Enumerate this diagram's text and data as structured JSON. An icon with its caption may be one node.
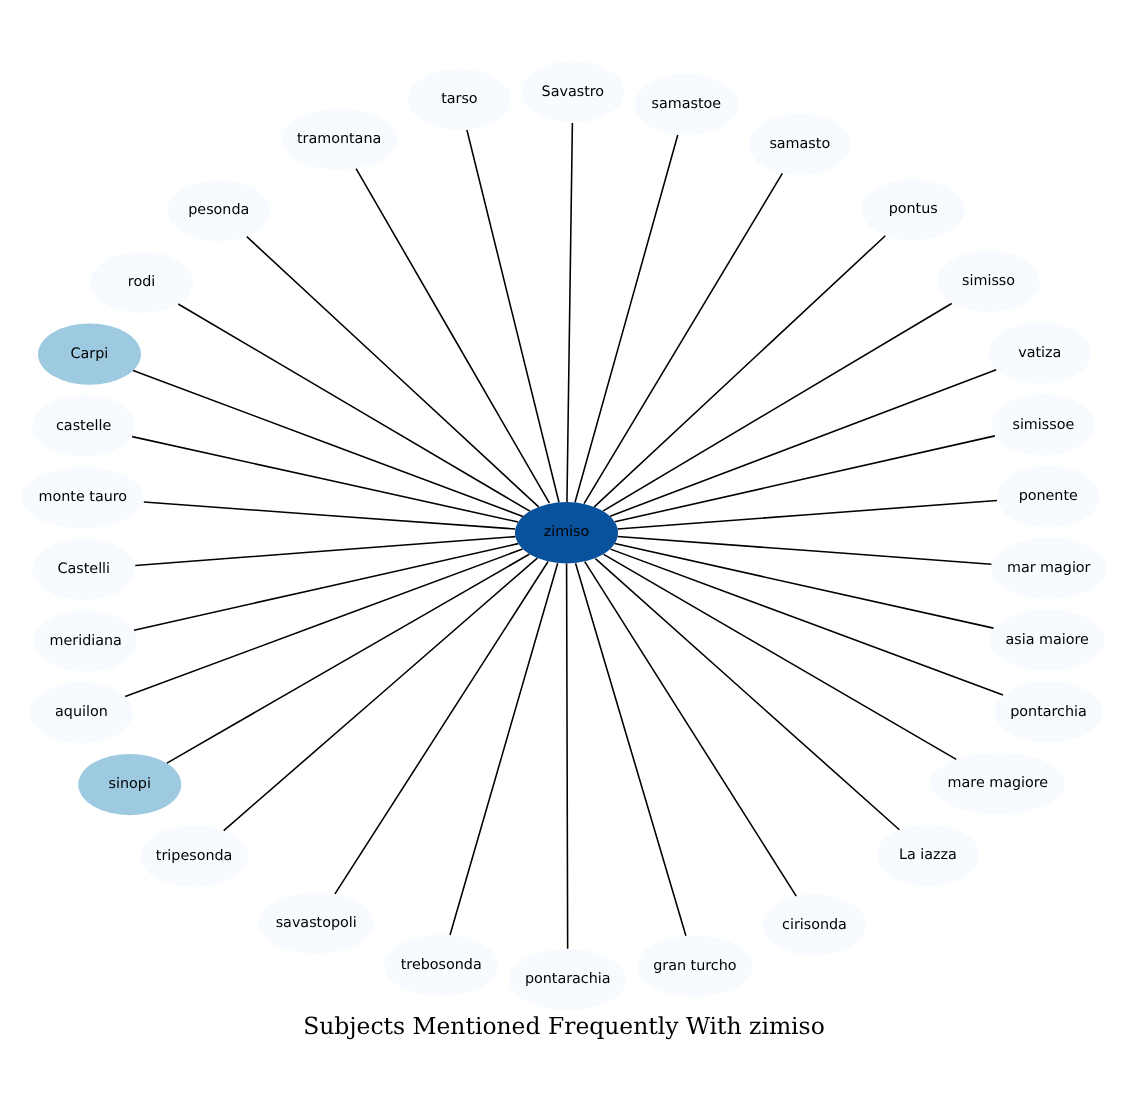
{
  "diagram": {
    "title": "Subjects Mentioned Frequently With zimiso",
    "nodes": [
      {
        "text": [
          "ponente"
        ]
      },
      {
        "text": [
          "simissoe"
        ]
      },
      {
        "text": [
          "vatiza"
        ]
      },
      {
        "text": [
          "simisso"
        ]
      },
      {
        "text": [
          "pontus"
        ]
      },
      {
        "text": [
          "samasto"
        ]
      },
      {
        "text": [
          "samastoe"
        ]
      },
      {
        "text": [
          "Savastro"
        ]
      },
      {
        "text": [
          "tarso"
        ]
      },
      {
        "text": [
          "tramontana"
        ]
      },
      {
        "text": [
          "pesonda"
        ]
      },
      {
        "text": [
          "rodi"
        ]
      },
      {
        "text": [
          "Carpi"
        ]
      },
      {
        "text": [
          "castelle"
        ]
      },
      {
        "text": [
          "monte tauro"
        ]
      },
      {
        "text": [
          "zimiso"
        ]
      },
      {
        "text": [
          "Castelli"
        ]
      },
      {
        "text": [
          "meridiana"
        ]
      },
      {
        "text": [
          "aquilon"
        ]
      },
      {
        "text": [
          "sinopi"
        ]
      },
      {
        "text": [
          "tripesonda"
        ]
      },
      {
        "text": [
          "savastopoli"
        ]
      },
      {
        "text": [
          "trebosonda"
        ]
      },
      {
        "text": [
          "pontarachia"
        ]
      },
      {
        "text": [
          "gran turcho"
        ]
      },
      {
        "text": [
          "cirisonda"
        ]
      },
      {
        "text": [
          "La iazza"
        ]
      },
      {
        "text": [
          "mare magiore"
        ]
      },
      {
        "text": [
          "pontarchia"
        ]
      },
      {
        "text": [
          "asia maiore"
        ]
      },
      {
        "text": [
          "mar magior"
        ]
      }
    ],
    "edges": [
      {
        "from": 15,
        "to": 0,
        "arrow": "none"
      },
      {
        "from": 15,
        "to": 1,
        "arrow": "none"
      },
      {
        "from": 15,
        "to": 2,
        "arrow": "none"
      },
      {
        "from": 15,
        "to": 3,
        "arrow": "none"
      },
      {
        "from": 15,
        "to": 4,
        "arrow": "none"
      },
      {
        "from": 15,
        "to": 5,
        "arrow": "none"
      },
      {
        "from": 15,
        "to": 6,
        "arrow": "none"
      },
      {
        "from": 15,
        "to": 7,
        "arrow": "none"
      },
      {
        "from": 15,
        "to": 8,
        "arrow": "none"
      },
      {
        "from": 15,
        "to": 9,
        "arrow": "none"
      },
      {
        "from": 15,
        "to": 10,
        "arrow": "none"
      },
      {
        "from": 15,
        "to": 11,
        "arrow": "none"
      },
      {
        "from": 15,
        "to": 12,
        "arrow": "none"
      },
      {
        "from": 15,
        "to": 13,
        "arrow": "none"
      },
      {
        "from": 15,
        "to": 14,
        "arrow": "none"
      },
      {
        "from": 15,
        "to": 16,
        "arrow": "none"
      },
      {
        "from": 15,
        "to": 17,
        "arrow": "none"
      },
      {
        "from": 15,
        "to": 18,
        "arrow": "none"
      },
      {
        "from": 15,
        "to": 19,
        "arrow": "none"
      },
      {
        "from": 15,
        "to": 20,
        "arrow": "none"
      },
      {
        "from": 15,
        "to": 21,
        "arrow": "none"
      },
      {
        "from": 15,
        "to": 22,
        "arrow": "none"
      },
      {
        "from": 15,
        "to": 23,
        "arrow": "none"
      },
      {
        "from": 15,
        "to": 24,
        "arrow": "none"
      },
      {
        "from": 15,
        "to": 25,
        "arrow": "none"
      },
      {
        "from": 15,
        "to": 26,
        "arrow": "none"
      },
      {
        "from": 15,
        "to": 27,
        "arrow": "none"
      },
      {
        "from": 15,
        "to": 28,
        "arrow": "none"
      },
      {
        "from": 15,
        "to": 29,
        "arrow": "none"
      },
      {
        "from": 15,
        "to": 30,
        "arrow": "none"
      }
    ]
  }
}
